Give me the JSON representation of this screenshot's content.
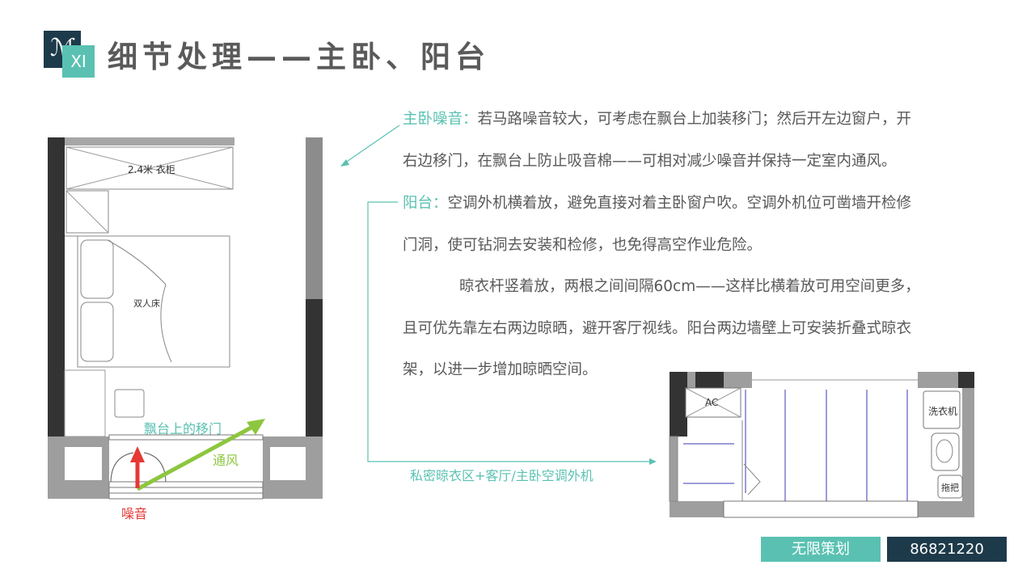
{
  "header": {
    "logo_glyph": "ℳ",
    "logo_text": "XI",
    "title": "细节处理——主卧、阳台"
  },
  "text": {
    "p1_label": "主卧噪音：",
    "p1_line1": "若马路噪音较大，可考虑在飘台上加装移门；然后开左边窗户，开",
    "p1_line2": "右边移门，在飘台上防止吸音棉——可相对减少噪音并保持一定室内通风。",
    "p2_label": "阳台：",
    "p2_line1": "空调外机横着放，避免直接对着主卧窗户吹。空调外机位可凿墙开检修",
    "p2_line2": "门洞，使可钻洞去安装和检修，也免得高空作业危险。",
    "p3_line1": "晾衣杆竖着放，两根之间间隔60cm——这样比横着放可用空间更多，",
    "p3_line2": "且可优先靠左右两边晾晒，避开客厅视线。阳台两边墙壁上可安装折叠式晾衣",
    "p3_line3": "架，以进一步增加晾晒空间。"
  },
  "bedroom_plan": {
    "wardrobe_label": "2.4米 衣柜",
    "bed_label": "双人床",
    "sliding_door_label": "飘台上的移门",
    "ventilation_label": "通风",
    "noise_label": "噪音"
  },
  "balcony_plan": {
    "caption": "私密晾衣区+客厅/主卧空调外机",
    "ac_label": "AC",
    "washer_label": "洗衣机",
    "mop_label": "拖把"
  },
  "footer": {
    "brand": "无限策划",
    "phone": "86821220"
  },
  "colors": {
    "accent": "#5ac1b2",
    "dark": "#1d3a4a",
    "noise": "#e53935",
    "wind": "#8dc63f"
  }
}
